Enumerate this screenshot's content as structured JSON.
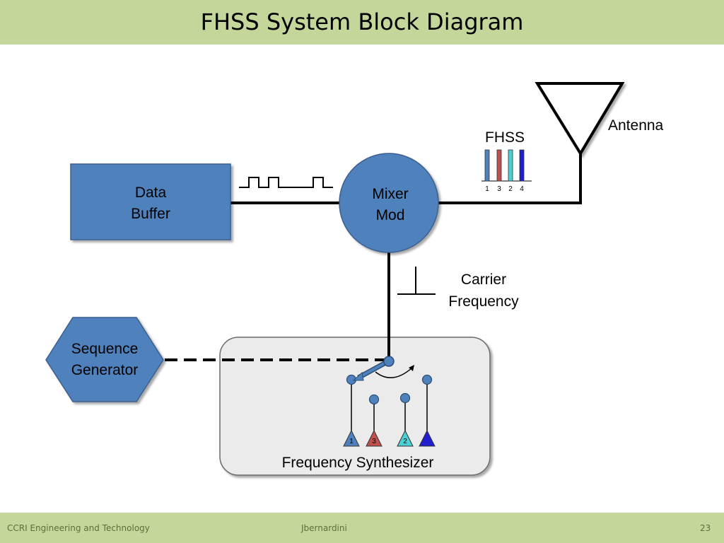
{
  "slide": {
    "title": "FHSS System Block Diagram",
    "footer_left": "CCRI  Engineering and Technology",
    "footer_center": "Jbernardini",
    "page_number": "23"
  },
  "diagram": {
    "data_buffer": {
      "line1": "Data",
      "line2": "Buffer"
    },
    "mixer": {
      "line1": "Mixer",
      "line2": "Mod"
    },
    "antenna_label": "Antenna",
    "fhss_label": "FHSS",
    "spectrum_bars": [
      {
        "label": "1",
        "color": "#4f81bd"
      },
      {
        "label": "3",
        "color": "#c0504d"
      },
      {
        "label": "2",
        "color": "#4bd0d5"
      },
      {
        "label": "4",
        "color": "#1f1fd0"
      }
    ],
    "carrier": {
      "line1": "Carrier",
      "line2": "Frequency"
    },
    "sequence_generator": {
      "line1": "Sequence",
      "line2": "Generator"
    },
    "synthesizer_label": "Frequency Synthesizer",
    "oscillators": [
      {
        "label": "1",
        "color": "#4f81bd"
      },
      {
        "label": "3",
        "color": "#c0504d"
      },
      {
        "label": "2",
        "color": "#4bd0d5"
      },
      {
        "label": "",
        "color": "#1f1fd0"
      }
    ]
  }
}
